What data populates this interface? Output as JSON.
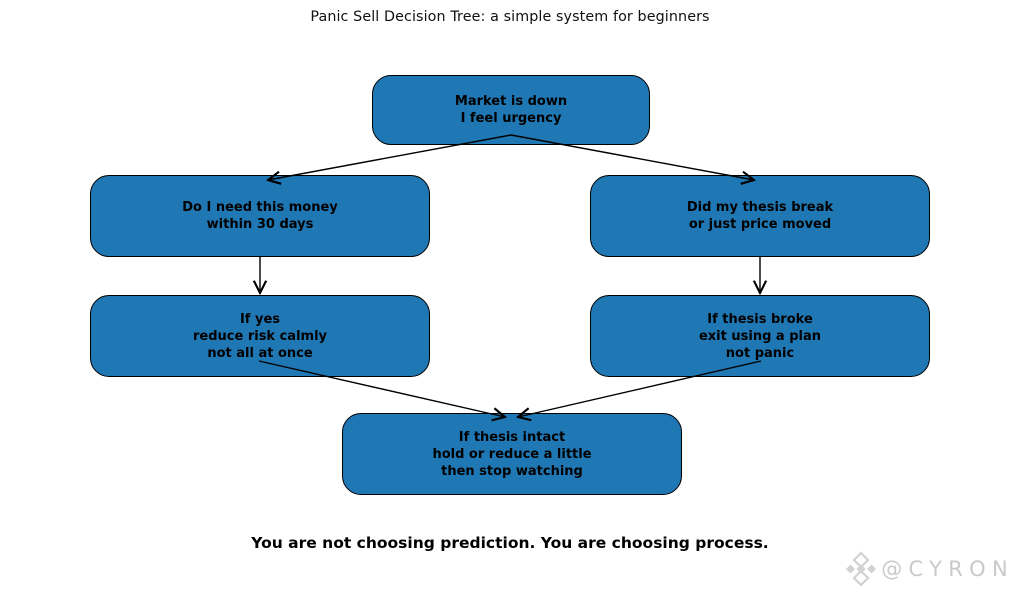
{
  "title": "Panic Sell Decision Tree: a simple system for beginners",
  "nodes": {
    "start": {
      "id": "start",
      "lines": [
        "Market is down",
        "I feel urgency"
      ]
    },
    "money": {
      "id": "money",
      "lines": [
        "Do I need this money",
        "within 30 days"
      ]
    },
    "thesis": {
      "id": "thesis",
      "lines": [
        "Did my thesis break",
        "or just price moved"
      ]
    },
    "ifyes": {
      "id": "ifyes",
      "lines": [
        "If yes",
        "reduce risk calmly",
        "not all at once"
      ]
    },
    "broke": {
      "id": "broke",
      "lines": [
        "If thesis broke",
        "exit using a plan",
        "not panic"
      ]
    },
    "intact": {
      "id": "intact",
      "lines": [
        "If thesis intact",
        "hold or reduce a little",
        "then stop watching"
      ]
    }
  },
  "edges": [
    {
      "from": "start",
      "to": "money"
    },
    {
      "from": "start",
      "to": "thesis"
    },
    {
      "from": "money",
      "to": "ifyes"
    },
    {
      "from": "thesis",
      "to": "broke"
    },
    {
      "from": "ifyes",
      "to": "intact"
    },
    {
      "from": "broke",
      "to": "intact"
    }
  ],
  "caption": "You are not choosing prediction. You are choosing process.",
  "watermark": {
    "handle": "@CYRON",
    "icon": "diamond-logo-icon"
  },
  "colors": {
    "background": "#ffffff",
    "node_fill": "#1f77b4",
    "node_border": "#000000",
    "node_text": "#000000",
    "arrow": "#000000",
    "title_text": "#111111",
    "watermark": "#c9c9c9"
  }
}
